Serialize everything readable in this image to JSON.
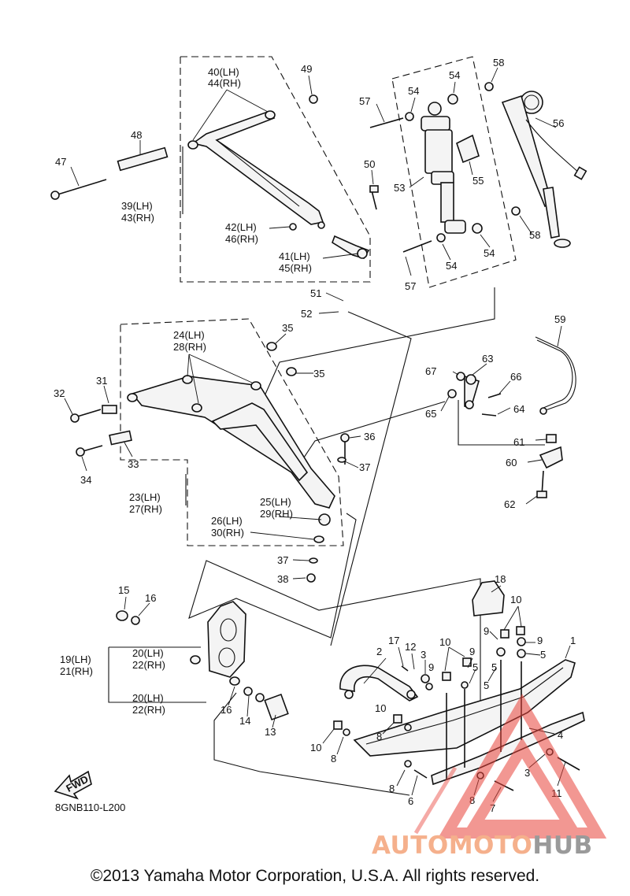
{
  "diagram_code": "8GNB110-L200",
  "fwd_label": "FWD",
  "copyright": "©2013 Yamaha Motor Corporation, U.S.A. All rights reserved.",
  "watermark": {
    "auto": "AUTOMOTO",
    "hub": "HUB",
    "accent_color": "#e8433a",
    "text_color": "#f5b08c",
    "hub_color": "#9a9a9a"
  },
  "callouts": {
    "c1": "1",
    "c2": "2",
    "c3a": "3",
    "c3b": "3",
    "c4": "4",
    "c5a": "5",
    "c5b": "5",
    "c5c": "5",
    "c5d": "5",
    "c6": "6",
    "c7": "7",
    "c8a": "8",
    "c8b": "8",
    "c8c": "8",
    "c8d": "8",
    "c9a": "9",
    "c9b": "9",
    "c9c": "9",
    "c9d": "9",
    "c10a": "10",
    "c10b": "10",
    "c10c": "10",
    "c10d": "10",
    "c11": "11",
    "c12": "12",
    "c13": "13",
    "c14": "14",
    "c15": "15",
    "c16a": "16",
    "c16b": "16",
    "c17": "17",
    "c18": "18",
    "c19lh": "19(LH)",
    "c21rh": "21(RH)",
    "c20lh_a": "20(LH)",
    "c22rh_a": "22(RH)",
    "c20lh_b": "20(LH)",
    "c22rh_b": "22(RH)",
    "c23lh": "23(LH)",
    "c27rh": "27(RH)",
    "c24lh": "24(LH)",
    "c28rh": "28(RH)",
    "c25lh": "25(LH)",
    "c29rh": "29(RH)",
    "c26lh": "26(LH)",
    "c30rh": "30(RH)",
    "c31": "31",
    "c32": "32",
    "c33": "33",
    "c34": "34",
    "c35a": "35",
    "c35b": "35",
    "c36": "36",
    "c37a": "37",
    "c37b": "37",
    "c38": "38",
    "c39lh": "39(LH)",
    "c43rh": "43(RH)",
    "c40lh": "40(LH)",
    "c44rh": "44(RH)",
    "c41lh": "41(LH)",
    "c45rh": "45(RH)",
    "c42lh": "42(LH)",
    "c46rh": "46(RH)",
    "c47": "47",
    "c48": "48",
    "c49": "49",
    "c50": "50",
    "c51": "51",
    "c52": "52",
    "c53": "53",
    "c54a": "54",
    "c54b": "54",
    "c54c": "54",
    "c54d": "54",
    "c55": "55",
    "c56": "56",
    "c57a": "57",
    "c57b": "57",
    "c58a": "58",
    "c58b": "58",
    "c59": "59",
    "c60": "60",
    "c61": "61",
    "c62": "62",
    "c63": "63",
    "c64": "64",
    "c65": "65",
    "c66": "66",
    "c67": "67"
  }
}
